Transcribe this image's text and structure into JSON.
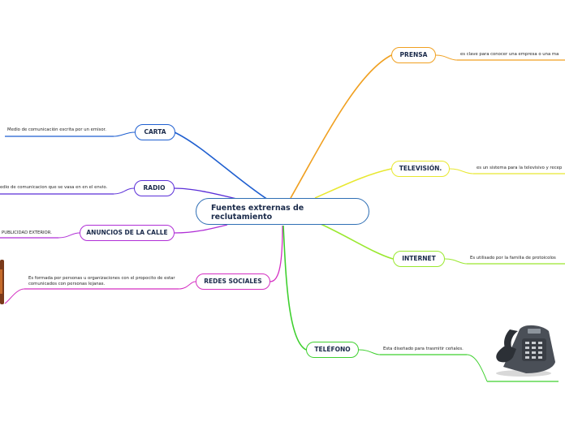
{
  "center": {
    "label": "Fuentes extrernas de reclutamiento"
  },
  "nodes": {
    "carta": {
      "label": "CARTA",
      "leaf": "Medio de comunicación escrita por un emisor.",
      "color": "#1f5fd0"
    },
    "radio": {
      "label": "RADIO",
      "leaf": "edio de comunicacion que se vasa en en el envio.",
      "color": "#5b2fd8"
    },
    "anuncios": {
      "label": "ANUNCIOS DE LA CALLE",
      "leaf": "PUBLICIDAD EXTERIOR.",
      "color": "#b02fd6"
    },
    "redes": {
      "label": "REDES SOCIALES",
      "leaf": "Es formada por personas u organizaciones con el propocito de estar comunicados con personas lejanas.",
      "color": "#d42fc2"
    },
    "prensa": {
      "label": "PRENSA",
      "leaf": "es clave para  conocer una empresa o una ma",
      "color": "#f0a020"
    },
    "television": {
      "label": "TELEVISIÓN.",
      "leaf": "es un sistema para la televisivo y recep",
      "color": "#e8e830"
    },
    "internet": {
      "label": "INTERNET",
      "leaf": "Es utilisado por la familia de protoicolos",
      "color": "#9ae82f"
    },
    "telefono": {
      "label": "TELÉFONO",
      "leaf": "Esta diseñado para trasmitir ceñales.",
      "color": "#3fd02f"
    }
  },
  "icons": [
    "telephone-icon",
    "radio-device-icon"
  ]
}
